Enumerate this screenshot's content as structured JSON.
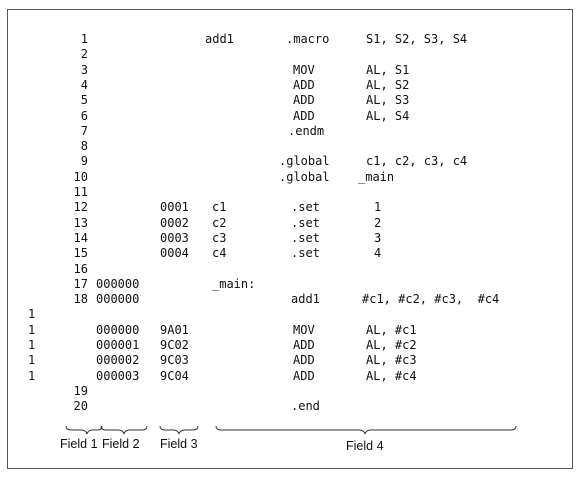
{
  "listing": {
    "rows": [
      {
        "rep": "",
        "line": "1",
        "addr": "",
        "code": "",
        "label": "add1",
        "op": ".macro",
        "args": "S1, S2, S3, S4"
      },
      {
        "rep": "",
        "line": "2",
        "addr": "",
        "code": "",
        "label": "",
        "op": "",
        "args": ""
      },
      {
        "rep": "",
        "line": "3",
        "addr": "",
        "code": "",
        "label": "",
        "op": "MOV",
        "args": "AL, S1"
      },
      {
        "rep": "",
        "line": "4",
        "addr": "",
        "code": "",
        "label": "",
        "op": "ADD",
        "args": "AL, S2"
      },
      {
        "rep": "",
        "line": "5",
        "addr": "",
        "code": "",
        "label": "",
        "op": "ADD",
        "args": "AL, S3"
      },
      {
        "rep": "",
        "line": "6",
        "addr": "",
        "code": "",
        "label": "",
        "op": "ADD",
        "args": "AL, S4"
      },
      {
        "rep": "",
        "line": "7",
        "addr": "",
        "code": "",
        "label": "",
        "op": ".endm",
        "args": ""
      },
      {
        "rep": "",
        "line": "8",
        "addr": "",
        "code": "",
        "label": "",
        "op": "",
        "args": ""
      },
      {
        "rep": "",
        "line": "9",
        "addr": "",
        "code": "",
        "label": "",
        "op": ".global",
        "args": "c1, c2, c3, c4"
      },
      {
        "rep": "",
        "line": "10",
        "addr": "",
        "code": "",
        "label": "",
        "op": ".global",
        "args": "_main"
      },
      {
        "rep": "",
        "line": "11",
        "addr": "",
        "code": "",
        "label": "",
        "op": "",
        "args": ""
      },
      {
        "rep": "",
        "line": "12",
        "addr": "",
        "code": "0001",
        "label": "c1",
        "op": ".set",
        "args": "1"
      },
      {
        "rep": "",
        "line": "13",
        "addr": "",
        "code": "0002",
        "label": "c2",
        "op": ".set",
        "args": "2"
      },
      {
        "rep": "",
        "line": "14",
        "addr": "",
        "code": "0003",
        "label": "c3",
        "op": ".set",
        "args": "3"
      },
      {
        "rep": "",
        "line": "15",
        "addr": "",
        "code": "0004",
        "label": "c4",
        "op": ".set",
        "args": "4"
      },
      {
        "rep": "",
        "line": "16",
        "addr": "",
        "code": "",
        "label": "",
        "op": "",
        "args": ""
      },
      {
        "rep": "",
        "line": "17",
        "addr": "000000",
        "code": "",
        "label": "_main:",
        "op": "",
        "args": ""
      },
      {
        "rep": "",
        "line": "18",
        "addr": "000000",
        "code": "",
        "label": "",
        "op": "add1",
        "args": "#c1, #c2, #c3,  #c4"
      },
      {
        "rep": "1",
        "line": "",
        "addr": "",
        "code": "",
        "label": "",
        "op": "",
        "args": ""
      },
      {
        "rep": "1",
        "line": "",
        "addr": "000000",
        "code": "9A01",
        "label": "",
        "op": "MOV",
        "args": "AL, #c1"
      },
      {
        "rep": "1",
        "line": "",
        "addr": "000001",
        "code": "9C02",
        "label": "",
        "op": "ADD",
        "args": "AL, #c2"
      },
      {
        "rep": "1",
        "line": "",
        "addr": "000002",
        "code": "9C03",
        "label": "",
        "op": "ADD",
        "args": "AL, #c3"
      },
      {
        "rep": "1",
        "line": "",
        "addr": "000003",
        "code": "9C04",
        "label": "",
        "op": "ADD",
        "args": "AL, #c4"
      },
      {
        "rep": "",
        "line": "19",
        "addr": "",
        "code": "",
        "label": "",
        "op": "",
        "args": ""
      },
      {
        "rep": "",
        "line": "20",
        "addr": "",
        "code": "",
        "label": "",
        "op": ".end",
        "args": ""
      }
    ]
  },
  "fields": {
    "field1": "Field 1",
    "field2": "Field 2",
    "field3": "Field 3",
    "field4": "Field 4"
  }
}
